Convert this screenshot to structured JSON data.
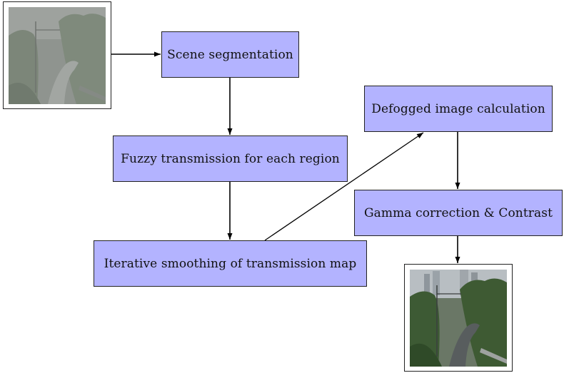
{
  "steps": {
    "scene_segmentation": "Scene segmentation",
    "fuzzy_transmission": "Fuzzy transmission for each region",
    "iterative_smoothing": "Iterative smoothing of transmission map",
    "defogged_calculation": "Defogged image calculation",
    "gamma_correction": "Gamma correction & Contrast"
  },
  "images": {
    "input": "foggy-road-photo",
    "output": "defogged-road-photo"
  },
  "colors": {
    "box_fill": "#b3b3ff",
    "stroke": "#000000"
  }
}
